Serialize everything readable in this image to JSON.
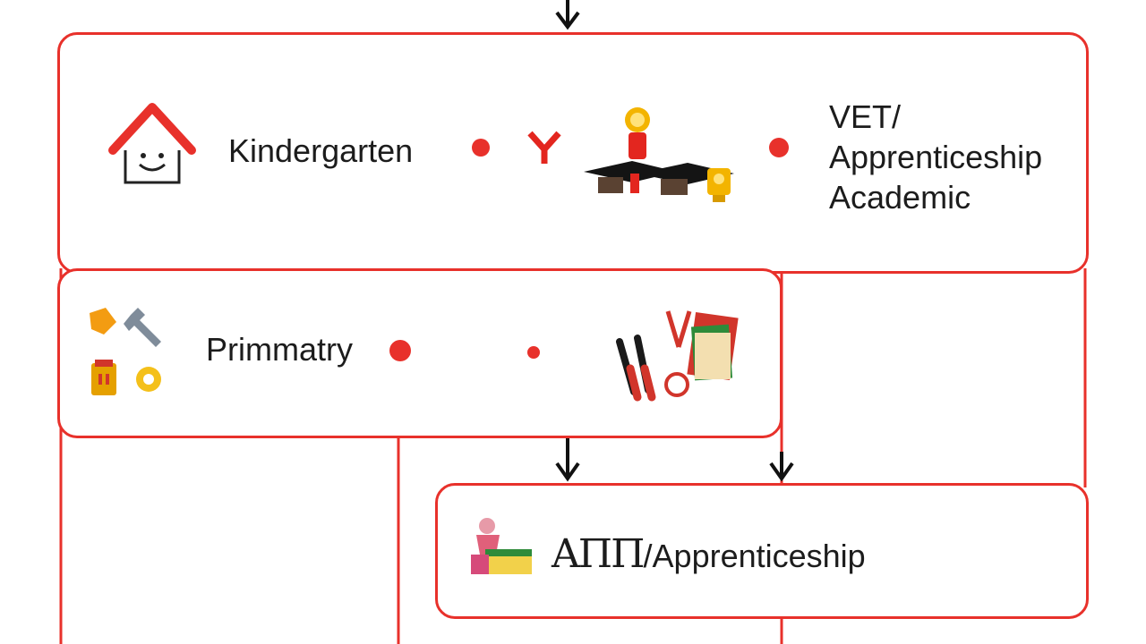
{
  "colors": {
    "border": "#e8312b",
    "dot": "#e8312b",
    "arrow": "#111111",
    "text": "#1c1c1c"
  },
  "top_box": {
    "left_label": "Kindergarten",
    "right_label_lines": [
      "VET/",
      "Apprenticeship",
      "Academic"
    ],
    "icons": [
      "house-smiley-icon",
      "school-symbol-icon",
      "graduation-caps-icon",
      "trophy-icon"
    ]
  },
  "middle_box": {
    "label": "Primmatry",
    "icons": [
      "tools-icon",
      "wrench-icon",
      "toolbox-icon",
      "gear-icon",
      "hand-tools-icon",
      "books-icon"
    ]
  },
  "bottom_box": {
    "label_prefix": "AΠΠ",
    "label_suffix": "/Apprenticeship",
    "icons": [
      "student-at-desk-icon"
    ]
  }
}
